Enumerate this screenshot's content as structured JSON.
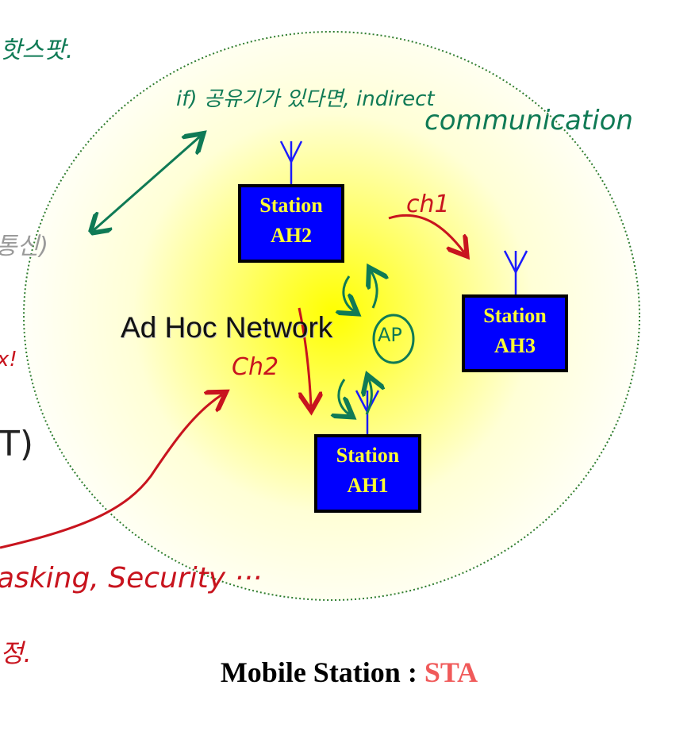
{
  "diagram": {
    "network_label": "Ad Hoc Network",
    "stations": [
      {
        "line1": "Station",
        "line2": "AH2"
      },
      {
        "line1": "Station",
        "line2": "AH3"
      },
      {
        "line1": "Station",
        "line2": "AH1"
      }
    ],
    "caption": {
      "prefix": "Mobile Station : ",
      "highlight": "STA"
    }
  },
  "annotations": {
    "top_left": "핫스팟.",
    "indirect": "if) 공유기가 있다면, indirect",
    "communication": "communication",
    "left_gray": "통신)",
    "ch1": "ch1",
    "ch2": "Ch2",
    "ap": "AP",
    "left_red": "x!",
    "paren": "T)",
    "security": "asking, Security ···",
    "bottom_left": "정."
  },
  "colors": {
    "station_fill": "#0000ff",
    "station_text": "#ffff33",
    "circle_border": "#2f7d2f",
    "handwriting_green": "#0f7a55",
    "handwriting_red": "#c8141e",
    "sta_highlight": "#f05a5a"
  }
}
